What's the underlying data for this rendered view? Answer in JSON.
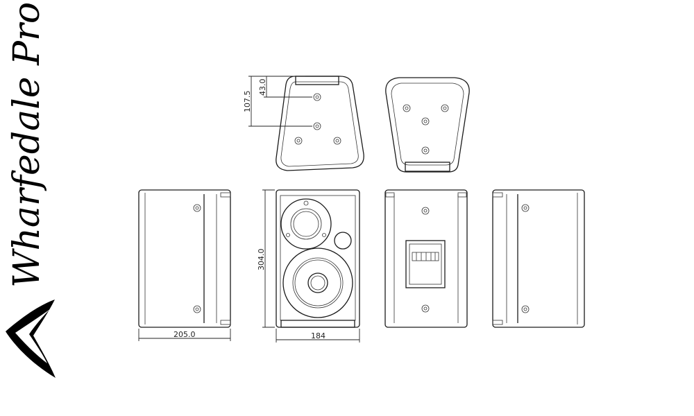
{
  "brand": {
    "name": "Wharfedale Pro"
  },
  "dimensions": {
    "top_offset": "43.0",
    "top_depth": "107.5",
    "height": "304.0",
    "depth": "205.0",
    "width": "184"
  }
}
